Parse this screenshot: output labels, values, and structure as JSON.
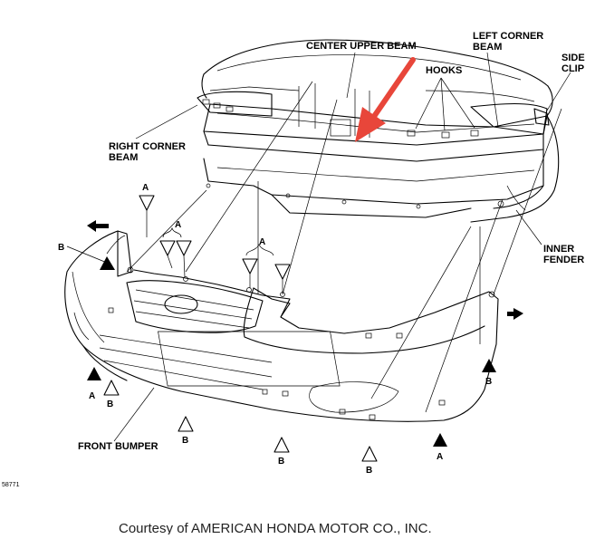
{
  "labels": {
    "center_upper_beam": "CENTER UPPER BEAM",
    "left_corner_beam_1": "LEFT CORNER",
    "left_corner_beam_2": "BEAM",
    "side_clip_1": "SIDE",
    "side_clip_2": "CLIP",
    "hooks": "HOOKS",
    "right_corner_beam_1": "RIGHT CORNER",
    "right_corner_beam_2": "BEAM",
    "inner_fender_1": "INNER",
    "inner_fender_2": "FENDER",
    "front_bumper": "FRONT BUMPER"
  },
  "markers": {
    "a": "A",
    "b": "B"
  },
  "figure_number": "58771",
  "credit": "Courtesy of AMERICAN HONDA MOTOR CO., INC.",
  "colors": {
    "arrow": "#e8463a",
    "ink": "#000000"
  }
}
